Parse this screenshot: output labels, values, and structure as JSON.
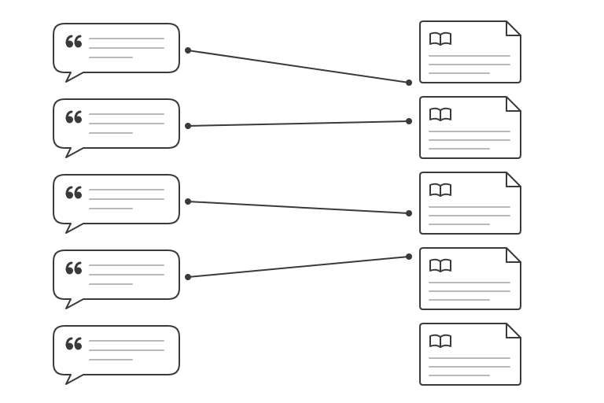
{
  "diagram": {
    "background": "#ffffff",
    "stroke_color": "#3a3a3a",
    "line_color": "#b8b8b8",
    "quotes": [
      {
        "id": "q1",
        "icon": "quote-mark-icon",
        "text_lines": 3
      },
      {
        "id": "q2",
        "icon": "quote-mark-icon",
        "text_lines": 3
      },
      {
        "id": "q3",
        "icon": "quote-mark-icon",
        "text_lines": 3
      },
      {
        "id": "q4",
        "icon": "quote-mark-icon",
        "text_lines": 3
      },
      {
        "id": "q5",
        "icon": "quote-mark-icon",
        "text_lines": 3
      }
    ],
    "documents": [
      {
        "id": "d1",
        "icon": "open-book-icon",
        "text_lines": 3
      },
      {
        "id": "d2",
        "icon": "open-book-icon",
        "text_lines": 3
      },
      {
        "id": "d3",
        "icon": "open-book-icon",
        "text_lines": 3
      },
      {
        "id": "d4",
        "icon": "open-book-icon",
        "text_lines": 3
      },
      {
        "id": "d5",
        "icon": "open-book-icon",
        "text_lines": 3
      }
    ],
    "links": [
      {
        "from": "q1",
        "to": "d1"
      },
      {
        "from": "q2",
        "to": "d2"
      },
      {
        "from": "q3",
        "to": "d3"
      },
      {
        "from": "q4",
        "to": "d4"
      }
    ]
  }
}
